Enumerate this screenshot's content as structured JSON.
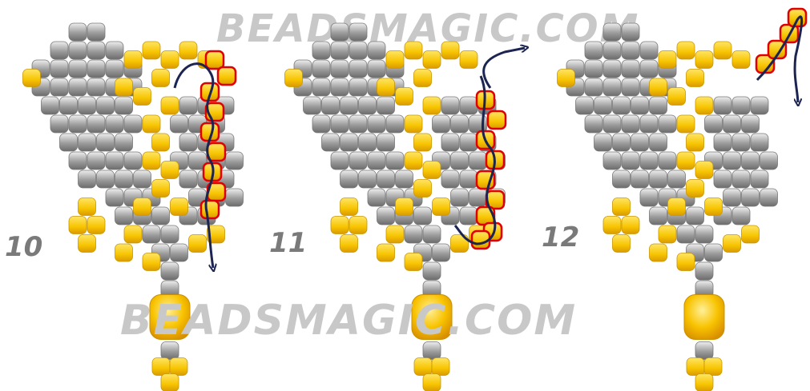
{
  "watermark_top": "BEADSMAGIC.COM",
  "watermark_bottom": "BEADSMAGIC.COM",
  "steps": [
    {
      "label": "10"
    },
    {
      "label": "11"
    },
    {
      "label": "12"
    }
  ],
  "colors": {
    "gray_bead": "#9a9a9a",
    "gold_bead": "#f6c500",
    "highlight_outline": "#e00000",
    "thread": "#1c2452",
    "watermark": "#c8c8c8",
    "label": "#7a7a7a"
  }
}
